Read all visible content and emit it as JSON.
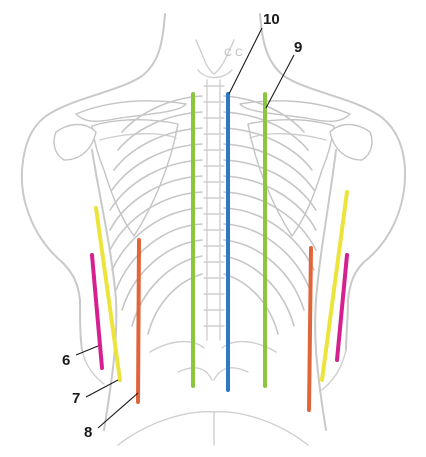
{
  "labels": {
    "l6": "6",
    "l7": "7",
    "l8": "8",
    "l9": "9",
    "l10": "10"
  },
  "vertebra_letters": "C C",
  "colors": {
    "line_6": "#d6208f",
    "line_7": "#ece43a",
    "line_8": "#e0653b",
    "line_9": "#8cc63f",
    "line_10": "#2f78c4",
    "anatomy_outline": "#c9c9c9"
  }
}
